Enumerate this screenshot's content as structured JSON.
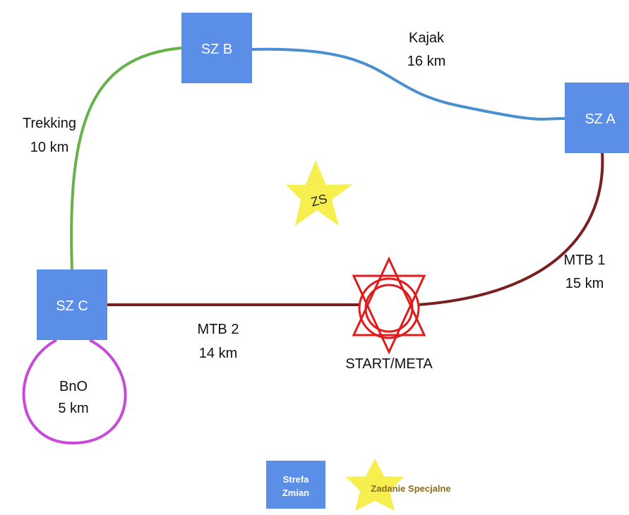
{
  "colors": {
    "zone_fill": "#5b8ee6",
    "zone_text": "#ffffff",
    "kajak": "#4a8fd0",
    "trekking": "#66b24a",
    "mtb": "#7a1f1f",
    "bno": "#c94ad9",
    "start_meta": "#e01b1b",
    "star_fill": "#f6ef4f",
    "legend_star_text": "#8a6d1d"
  },
  "zones": {
    "a": "SZ A",
    "b": "SZ B",
    "c": "SZ C"
  },
  "segments": {
    "kajak": {
      "name": "Kajak",
      "distance": "16 km"
    },
    "trekking": {
      "name": "Trekking",
      "distance": "10 km"
    },
    "mtb1": {
      "name": "MTB 1",
      "distance": "15 km"
    },
    "mtb2": {
      "name": "MTB 2",
      "distance": "14 km"
    },
    "bno": {
      "name": "BnO",
      "distance": "5 km"
    }
  },
  "start_meta": "START/META",
  "special_task_star": "ZS",
  "legend": {
    "zone_line1": "Strefa",
    "zone_line2": "Zmian",
    "star_label": "Zadanie Specjalne"
  }
}
